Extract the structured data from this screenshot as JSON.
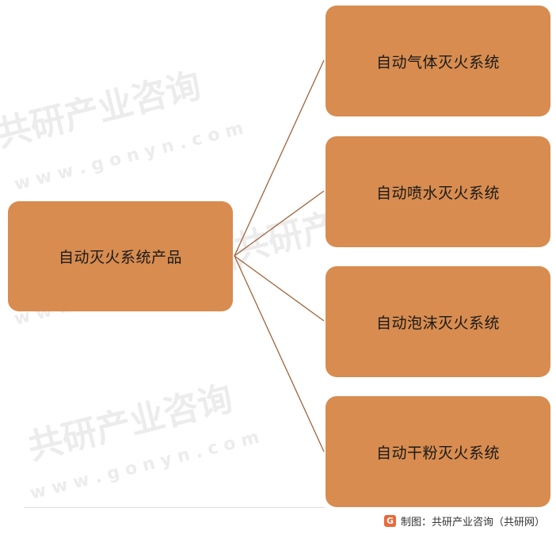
{
  "diagram": {
    "root": {
      "label": "自动灭火系统产品"
    },
    "children": [
      {
        "label": "自动气体灭火系统"
      },
      {
        "label": "自动喷水灭火系统"
      },
      {
        "label": "自动泡沫灭火系统"
      },
      {
        "label": "自动干粉灭火系统"
      }
    ],
    "node_color": "#d88c4f",
    "connector_color": "#a0643a"
  },
  "watermark": {
    "brand": "共研产业咨询",
    "domain": "w w w . g o n y n . c o m"
  },
  "footer": {
    "credit": "制图：共研产业咨询（共研网）",
    "logo_icon": "gonyn-logo-icon"
  }
}
